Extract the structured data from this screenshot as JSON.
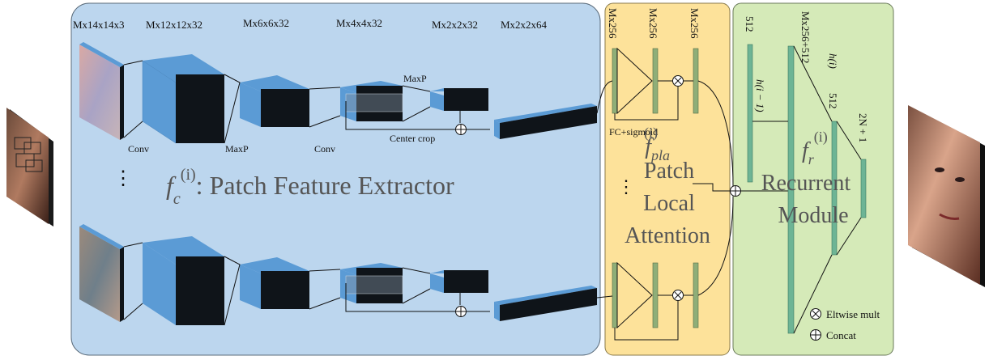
{
  "extractor": {
    "dims": [
      "Mx14x14x3",
      "Mx12x12x32",
      "Mx6x6x32",
      "Mx4x4x32",
      "Mx2x2x32",
      "Mx2x2x64"
    ],
    "ops": {
      "conv1": "Conv",
      "maxp1": "MaxP",
      "conv2": "Conv",
      "maxp2": "MaxP",
      "crop": "Center crop"
    },
    "ellipsis": "⋮",
    "title_sym": "f",
    "title_sup": "(i)",
    "title_sub": "c",
    "title_text": ": Patch Feature Extractor"
  },
  "attention": {
    "dims": [
      "Mx256",
      "Mx256",
      "Mx256"
    ],
    "fc_label": "FC+sigmoid",
    "fn_sym": "f",
    "fn_sup": "(i)",
    "fn_sub": "pla",
    "ellipsis": "⋮",
    "title_lines": [
      "Patch",
      "Local",
      "Attention"
    ]
  },
  "recurrent": {
    "dims": [
      "512",
      "Mx256+512",
      "512",
      "2N + 1"
    ],
    "h_prev": "h(i − 1)",
    "h_cur": "h(i)",
    "fn_sym": "f",
    "fn_sup": "(i)",
    "fn_sub": "r",
    "title_lines": [
      "Recurrent",
      "Module"
    ],
    "legend": {
      "mult": "Eltwise mult",
      "concat": "Concat"
    }
  },
  "colors": {
    "extractor_bg": "#bcd6ee",
    "attention_bg": "#fde29a",
    "recurrent_bg": "#d5eab8",
    "block_front": "#0f1419",
    "block_side": "#5b9bd5",
    "bar": "#8fae78",
    "recurrent_bar": "#6db495"
  }
}
